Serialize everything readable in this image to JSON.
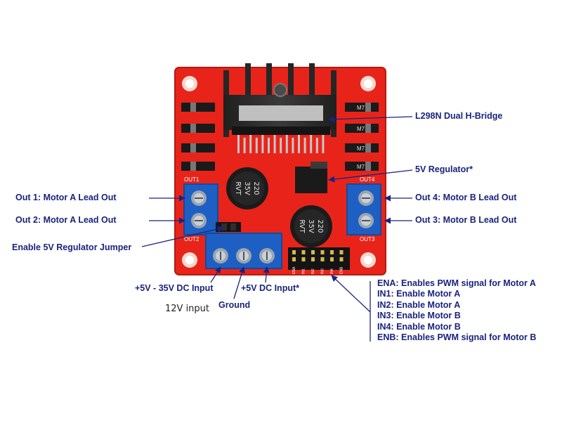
{
  "colors": {
    "label": "#1a237e",
    "pcb": "#e8241a",
    "pcb_dark": "#b51a12",
    "terminal": "#1e5fc4",
    "heatsink": "#2b2b2b",
    "arrow": "#1a237e"
  },
  "labels": {
    "l298n": "L298N Dual H-Bridge",
    "regulator": "5V Regulator*",
    "out1": "Out 1: Motor A Lead Out",
    "out2": "Out 2: Motor A Lead Out",
    "out3": "Out 3: Motor B Lead Out",
    "out4": "Out 4: Motor B Lead Out",
    "jumper": "Enable 5V Regulator Jumper",
    "vin": "+5V - 35V DC Input",
    "ground": "Ground",
    "v5in": "+5V DC Input*",
    "note_12v": "12V input"
  },
  "pins": [
    {
      "name": "ENA",
      "desc": ": Enables PWM signal for Motor A"
    },
    {
      "name": "IN1",
      "desc": ": Enable Motor A"
    },
    {
      "name": "IN2",
      "desc": ": Enable Motor A"
    },
    {
      "name": "IN3",
      "desc": ": Enable Motor B"
    },
    {
      "name": "IN4",
      "desc": ": Enable Motor B"
    },
    {
      "name": "ENB",
      "desc": ": Enables PWM signal for Motor B"
    }
  ],
  "board": {
    "cap_text": [
      "220",
      "35V",
      "RVT"
    ],
    "silk_out1": "OUT1",
    "silk_out2": "OUT2",
    "silk_out3": "OUT3",
    "silk_out4": "OUT4",
    "silk_diode": "M7",
    "silk_pins": [
      "ENA",
      "IN1",
      "IN2",
      "IN3",
      "IN4",
      "ENB"
    ]
  }
}
